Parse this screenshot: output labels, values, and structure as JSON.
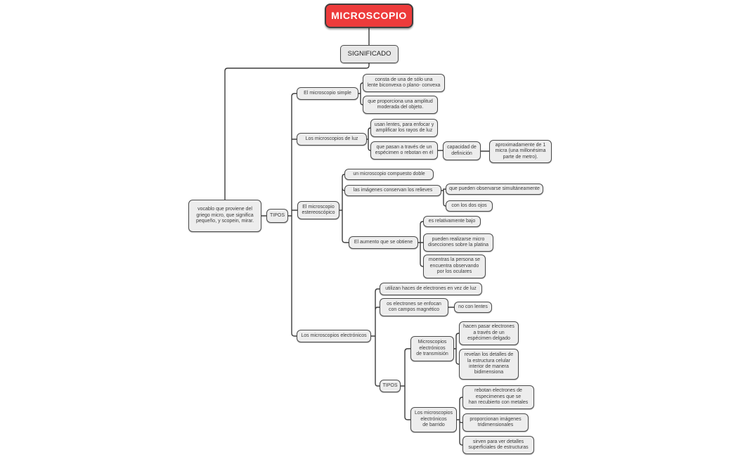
{
  "diagram": {
    "title": "MICROSCOPIO",
    "colors": {
      "accent_red": "#ed3b3b",
      "node_fill": "#ededed",
      "node_border": "#4a4a4a",
      "line": "#3d3d3d"
    },
    "nodes": {
      "root": {
        "label": "MICROSCOPIO"
      },
      "significado": {
        "label": "SIGNIFICADO"
      },
      "vocablo": {
        "label": "vocablo que proviene del\ngriego micro, que significa\npequeño, y scopein, mirar."
      },
      "tipos1": {
        "label": "TIPOS"
      },
      "simple": {
        "label": "El microscopio simple"
      },
      "simple_c1": {
        "label": "consta de una de sólo una\nlente biconvexa o plano- convexa"
      },
      "simple_c2": {
        "label": "que proporciona una amplitud\nmoderada del objeto."
      },
      "luz": {
        "label": "Los microscopios de luz"
      },
      "luz_c1": {
        "label": "usan lentes, para enfocar y\namplificar los rayos de luz"
      },
      "luz_c2": {
        "label": "que pasan a través de un\nespécimen o rebotan en él"
      },
      "capacidad": {
        "label": "capacidad de\ndefinición"
      },
      "micra": {
        "label": "aproximadamente de 1\nmicra (una millonésima\nparte de metro)."
      },
      "estereo": {
        "label": "El microscopio\nestereoscópico"
      },
      "estereo_c1": {
        "label": "un microscopio compuesto doble"
      },
      "estereo_c2": {
        "label": "las imágenes conservan los relieves"
      },
      "simultaneamente": {
        "label": "que pueden observarse simultáneamente"
      },
      "ojos": {
        "label": "con los dos ojos"
      },
      "aumento": {
        "label": "El aumento  que se obtiene"
      },
      "bajo": {
        "label": "es relativamente bajo"
      },
      "platina": {
        "label": "pueden realizarse micro\ndisecciones sobre la platina"
      },
      "oculares": {
        "label": "moentras la persona se\nencuentra observando\npor los oculares"
      },
      "electronicos": {
        "label": "Los microscopios electrónicos"
      },
      "haces": {
        "label": "utilizan haces de electrones en vez de luz"
      },
      "enfocan": {
        "label": "os electrones se enfocan\ncon campos magnético"
      },
      "nolentes": {
        "label": "no con lentes"
      },
      "tipos2": {
        "label": "TIPOS"
      },
      "transmision": {
        "label": "Microscopios\nelectrónicos\nde transmisión"
      },
      "trans_c1": {
        "label": "hacen pasar electrones\na través de un\nespécimen delgado"
      },
      "trans_c2": {
        "label": "revelan los detalles de\nla estructura celular\ninterior de manera\nbidimensiona"
      },
      "barrido": {
        "label": "Los microscopios\nelectrónicos\nde barrido"
      },
      "barrido_c1": {
        "label": "rebotan electrones de\nespecimenes  que se\nhan recubierto con metales"
      },
      "barrido_c2": {
        "label": "proporcionan imágenes\ntridimensionales"
      },
      "barrido_c3": {
        "label": "sirven para ver detalles\nsuperficiales de estructuras"
      }
    }
  }
}
